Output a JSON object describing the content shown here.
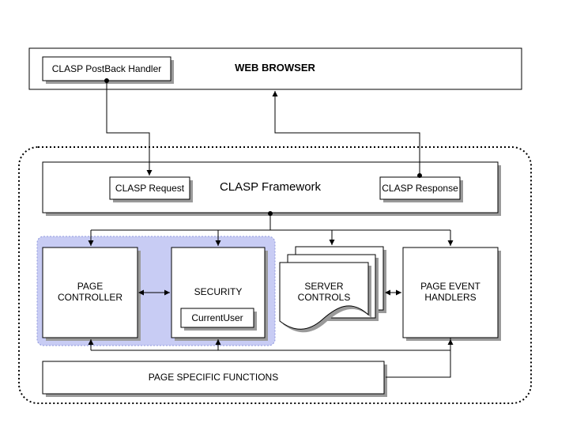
{
  "diagram": {
    "web_browser": {
      "label": "WEB BROWSER"
    },
    "postback_handler": {
      "label": "CLASP PostBack Handler"
    },
    "framework": {
      "label": "CLASP Framework"
    },
    "request": {
      "label": "CLASP Request"
    },
    "response": {
      "label": "CLASP Response"
    },
    "page_controller": {
      "label": "PAGE\nCONTROLLER"
    },
    "security": {
      "label": "SECURITY"
    },
    "current_user": {
      "label": "CurrentUser"
    },
    "server_controls": {
      "label": "SERVER\nCONTROLS"
    },
    "page_event_handlers": {
      "label": "PAGE EVENT\nHANDLERS"
    },
    "page_specific_functions": {
      "label": "PAGE SPECIFIC FUNCTIONS"
    },
    "colors": {
      "highlight_fill": "#c8ccf4",
      "highlight_border": "#8f97dd",
      "shadow": "#9a9a9a"
    }
  }
}
